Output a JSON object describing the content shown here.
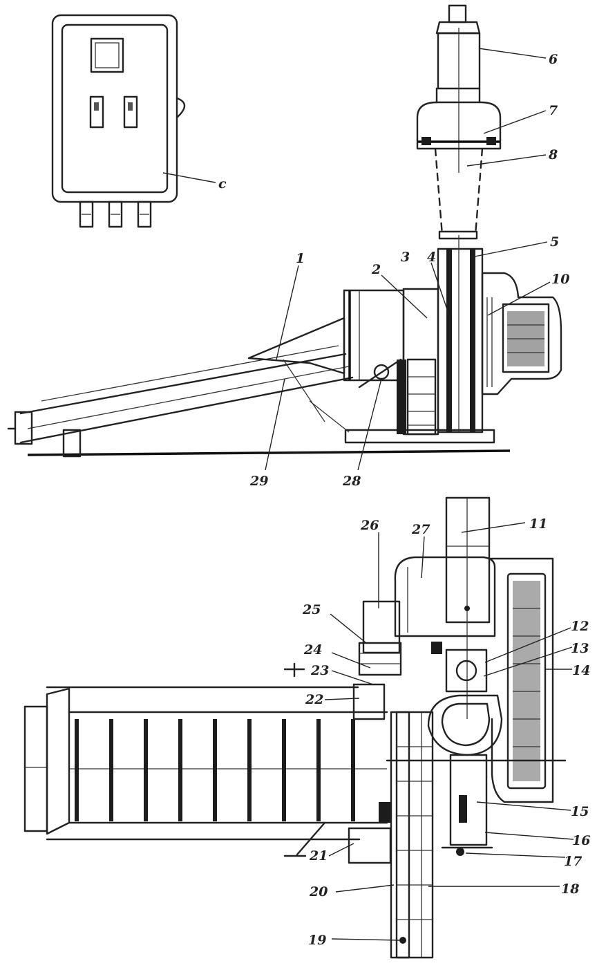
{
  "labels": {
    "l1": "1",
    "l2": "2",
    "l3": "3",
    "l4": "4",
    "l5": "5",
    "l6": "6",
    "l7": "7",
    "l8": "8",
    "l10": "10",
    "l11": "11",
    "l12": "12",
    "l13": "13",
    "l14": "14",
    "l15": "15",
    "l16": "16",
    "l17": "17",
    "l18": "18",
    "l19": "19",
    "l20": "20",
    "l21": "21",
    "l22": "22",
    "l23": "23",
    "l24": "24",
    "l25": "25",
    "l26": "26",
    "l27": "27",
    "l28": "28",
    "l29": "29",
    "lc": "с"
  }
}
